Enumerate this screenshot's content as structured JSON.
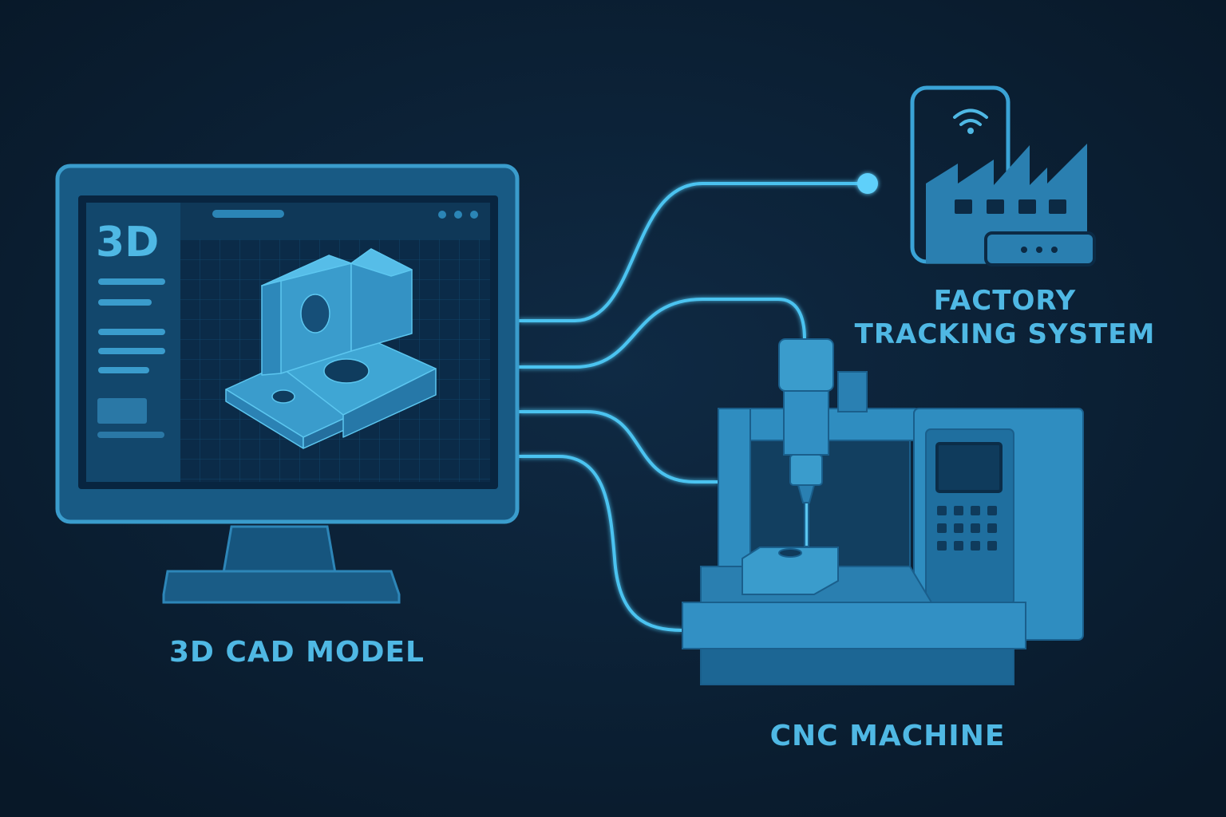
{
  "screen_logo": "3D",
  "labels": {
    "cad": "3D CAD MODEL",
    "cnc": "CNC MACHINE",
    "factory_line1": "FACTORY",
    "factory_line2": "TRACKING SYSTEM"
  },
  "colors": {
    "background": "#0a1c30",
    "accent": "#4fb8e4",
    "wire": "#4cc3f0",
    "device_fill": "#2a7fb0"
  }
}
